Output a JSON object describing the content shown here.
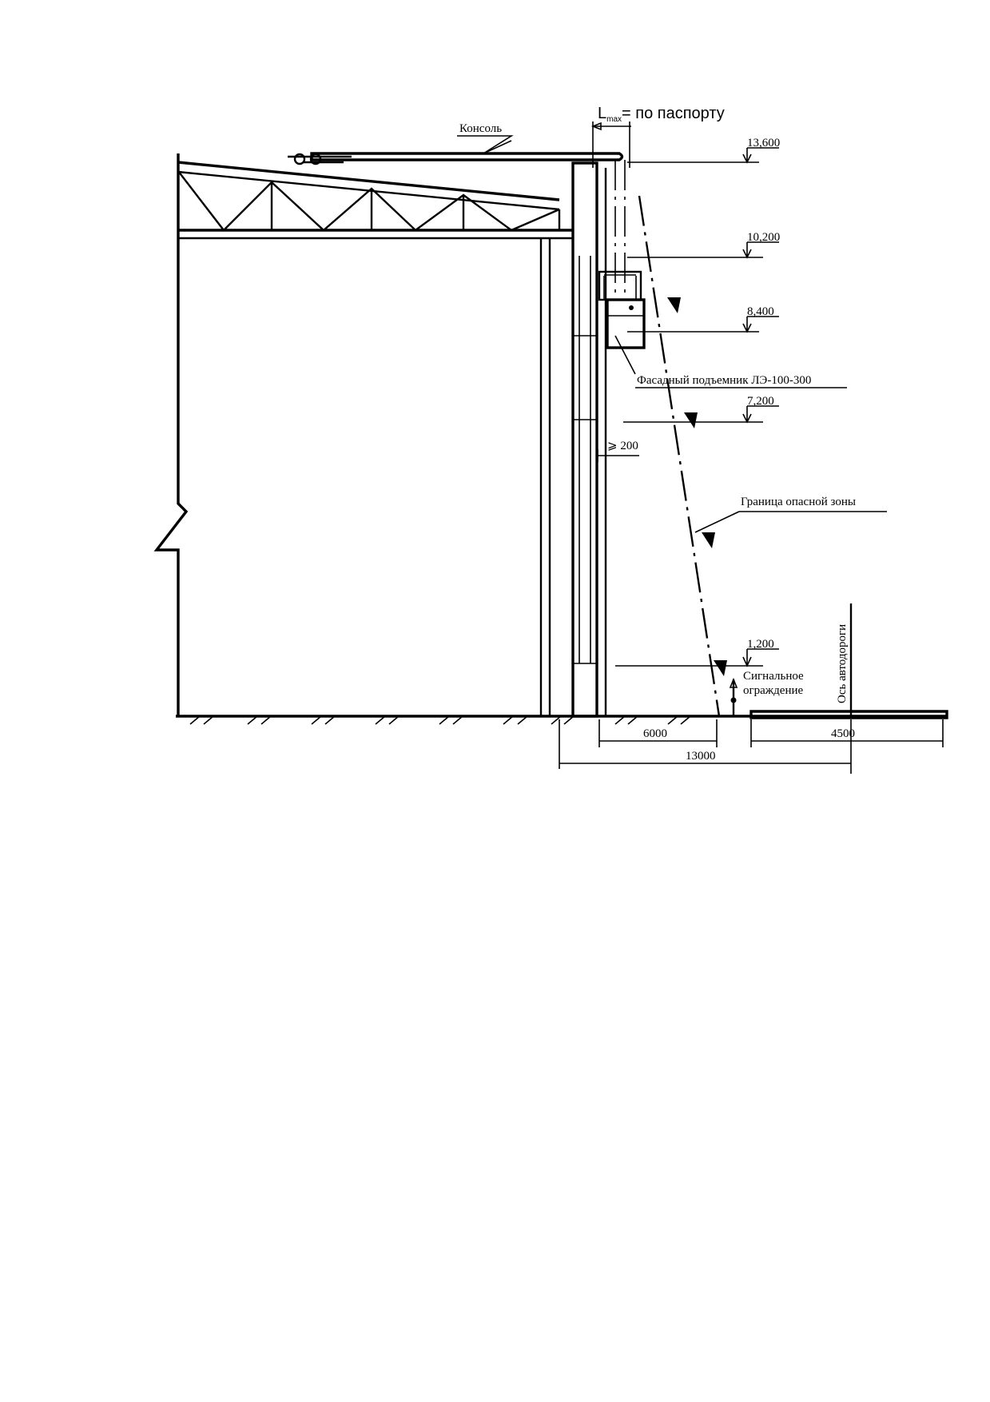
{
  "labels": {
    "console": "Консоль",
    "lmax_main": "L",
    "lmax_sub": "max",
    "lmax_rest": "= по паспорту",
    "facade_lift": "Фасадный подъемник ЛЭ-100-300",
    "min_gap": "⩾ 200",
    "danger_zone": "Граница опасной зоны",
    "signal_fence_line1": "Сигнальное",
    "signal_fence_line2": "ограждение",
    "road_axis": "Ось автодороги"
  },
  "elevations": {
    "e1": "13,600",
    "e2": "10,200",
    "e3": "8,400",
    "e4": "7,200",
    "e5": "1,200"
  },
  "dimensions": {
    "d_6000": "6000",
    "d_4500": "4500",
    "d_13000": "13000"
  },
  "colors": {
    "ink": "#000000",
    "paper": "#ffffff"
  }
}
